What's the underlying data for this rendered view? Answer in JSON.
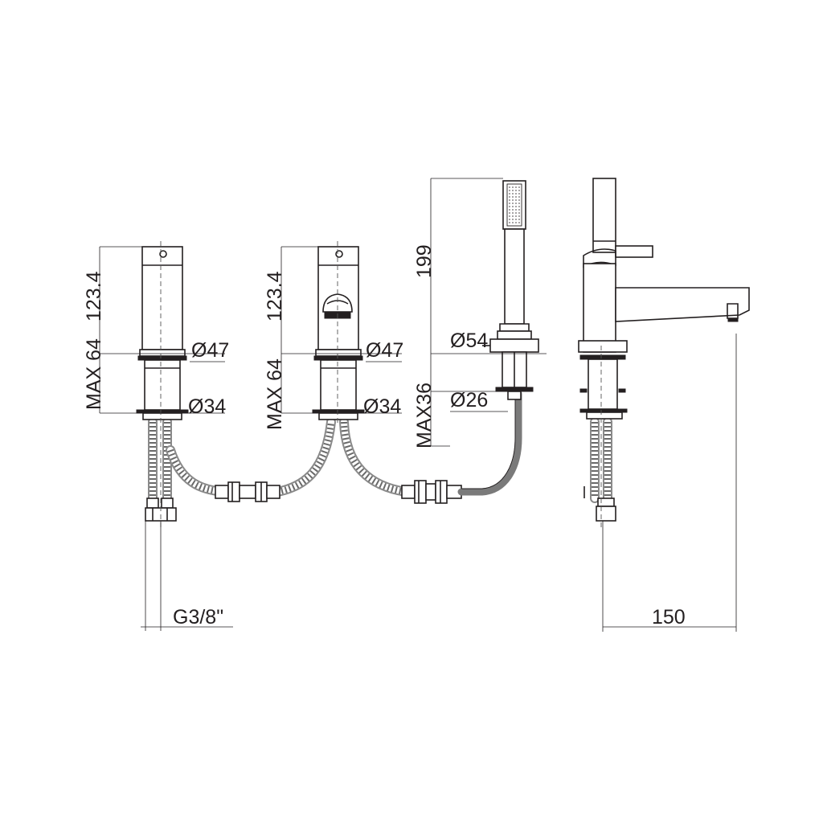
{
  "labels": {
    "faucet1_height": "123.4",
    "faucet1_max": "MAX 64",
    "faucet1_dia_top": "Ø47",
    "faucet1_dia_base": "Ø34",
    "faucet2_height": "123.4",
    "faucet2_max": "MAX 64",
    "faucet2_dia_top": "Ø47",
    "faucet2_dia_base": "Ø34",
    "shower_height": "199",
    "shower_max": "MAX36",
    "shower_dia_top": "Ø54",
    "shower_dia_base": "Ø26",
    "connector_thread": "G3/8\"",
    "spout_reach": "150"
  }
}
